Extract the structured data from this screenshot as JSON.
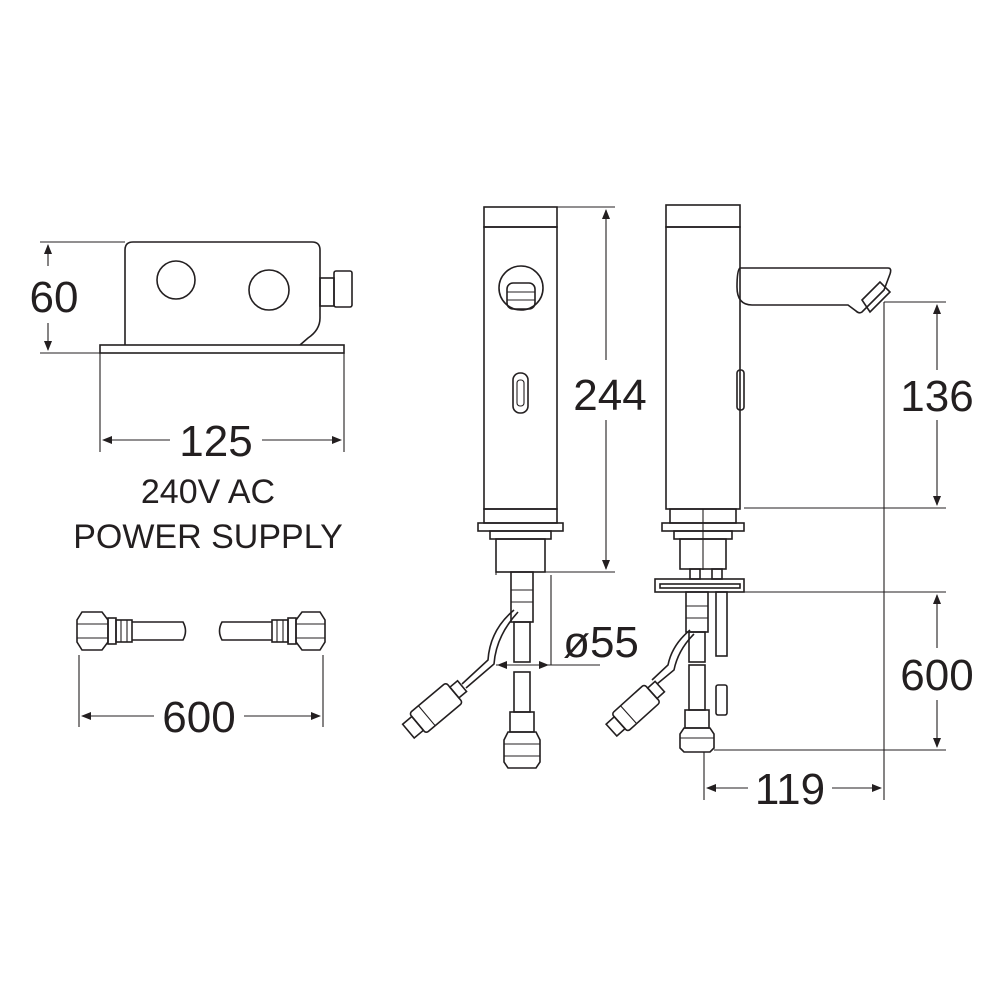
{
  "dimensions": {
    "control_box_height": "60",
    "control_box_width": "125",
    "hose_length": "600",
    "tap_height": "244",
    "spout_height": "136",
    "hole_diameter": "ø55",
    "tail_length": "600",
    "spout_reach": "119"
  },
  "labels": {
    "power_line1": "240V AC",
    "power_line2": "POWER SUPPLY"
  }
}
